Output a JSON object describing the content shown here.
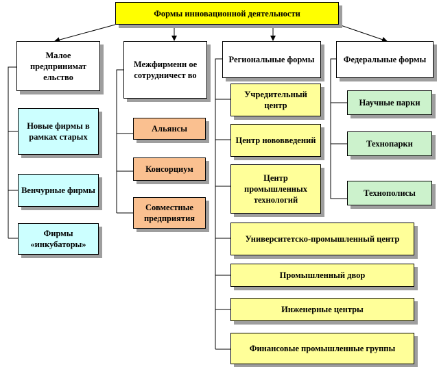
{
  "root": {
    "label": "Формы инновационной деятельности"
  },
  "categories": {
    "small_business": "Малое предпринимат ельство",
    "inter_firm": "Межфирменн ое сотрудничест во",
    "regional": "Региональные формы",
    "federal": "Федеральные формы"
  },
  "small_business_items": [
    "Новые фирмы в рамках старых",
    "Венчурные фирмы",
    "Фирмы «инкубаторы»"
  ],
  "inter_firm_items": [
    "Альянсы",
    "Консорциум",
    "Совместные предприятия"
  ],
  "regional_items": [
    "Учредительный центр",
    "Центр нововведений",
    "Центр промышленных технологий",
    "Университетско-промышленный центр",
    "Промышленный двор",
    "Инженерные центры",
    "Финансовые промышленные группы"
  ],
  "federal_items": [
    "Научные парки",
    "Технопарки",
    "Технополисы"
  ],
  "colors": {
    "root": "#ffff00",
    "category": "#ffffff",
    "small_business_items": "#ccffff",
    "inter_firm_items": "#fac090",
    "regional_items": "#ffff99",
    "federal_items": "#ccf2cc"
  }
}
